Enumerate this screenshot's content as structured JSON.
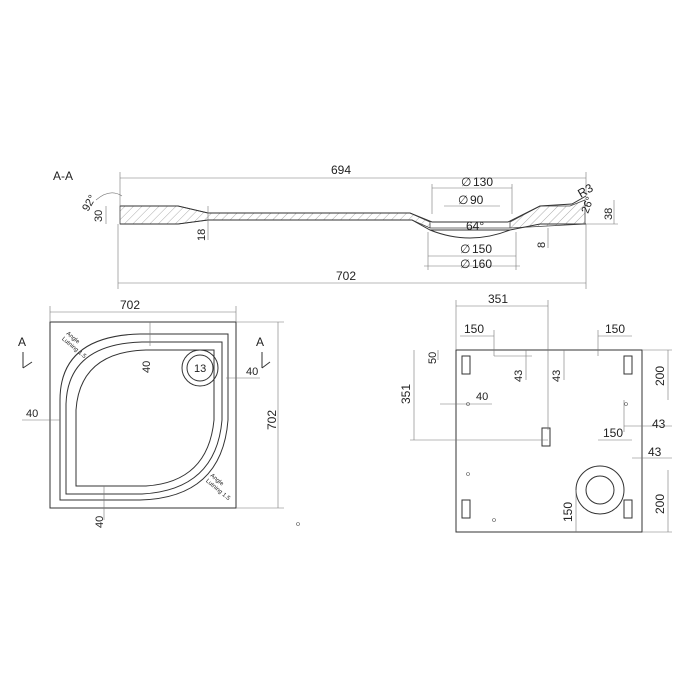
{
  "section": {
    "label": "A-A",
    "dims": {
      "overall_top": "694",
      "overall_bottom": "702",
      "dia_130": "130",
      "dia_90": "90",
      "dia_150": "150",
      "dia_160": "160",
      "angle_64": "64°",
      "angle_92": "92°",
      "angle_26": "26°",
      "r3": "R3",
      "h30": "30",
      "h18": "18",
      "h38": "38",
      "h8": "8"
    },
    "diameter_symbol": "∅"
  },
  "plan": {
    "section_marker_left": "A",
    "section_marker_right": "A",
    "width": "702",
    "height": "702",
    "offset_top": "40",
    "offset_right": "40",
    "offset_left": "40",
    "offset_bottom": "40",
    "drain_label": "13",
    "angle_text_1_line1": "Angle",
    "angle_text_1_line2": "Lutning 1.5",
    "angle_text_2_line1": "Angle",
    "angle_text_2_line2": "Lutning 1.5"
  },
  "bottom_view": {
    "width": "351",
    "left_150": "150",
    "right_150": "150",
    "d50": "50",
    "d43a": "43",
    "d43b": "43",
    "d351": "351",
    "d40": "40",
    "d200a": "200",
    "d43c": "43",
    "d150mid": "150",
    "d43d": "43",
    "d200b": "200",
    "d150low": "150"
  }
}
